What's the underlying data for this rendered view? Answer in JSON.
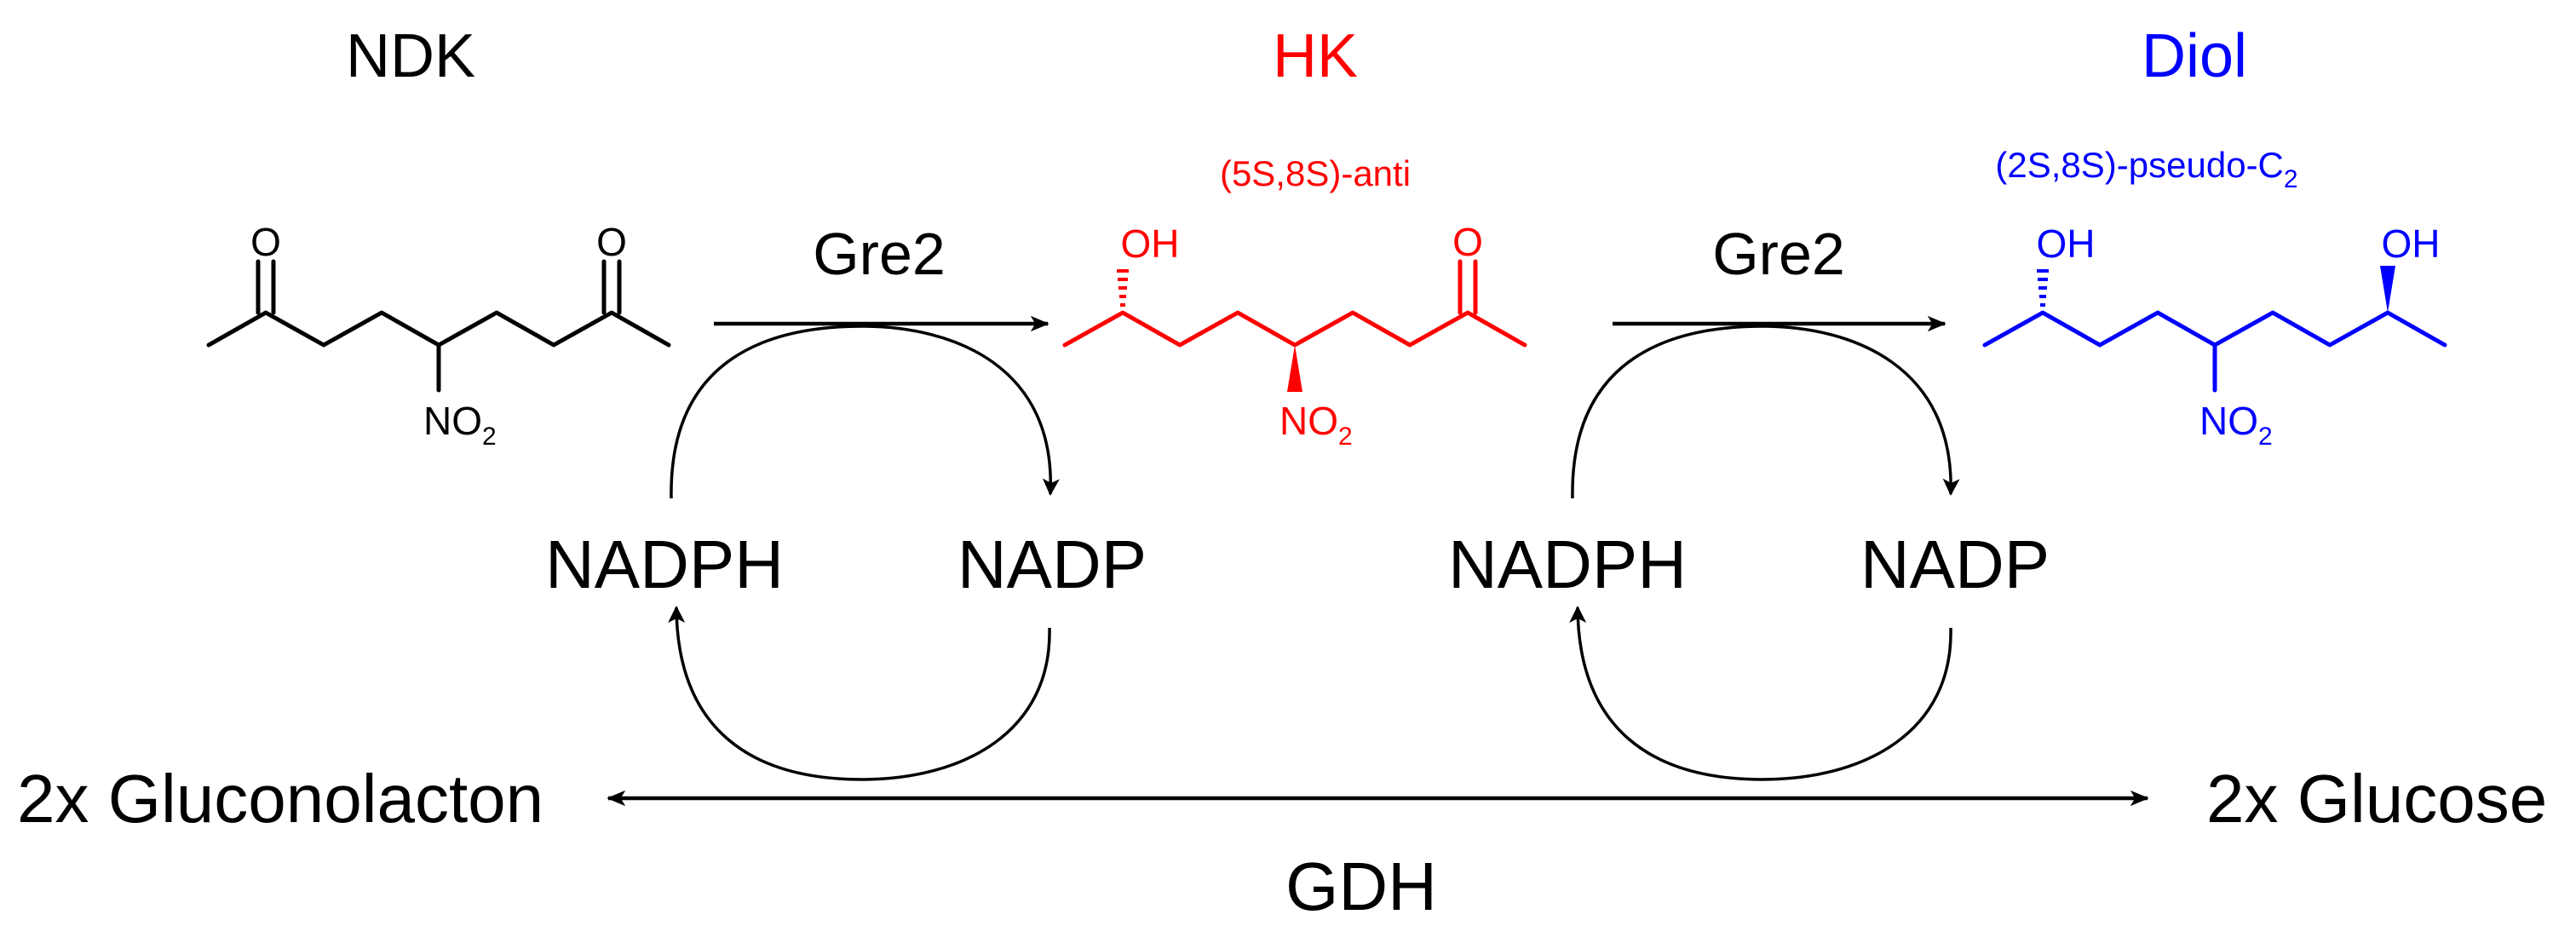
{
  "colors": {
    "black": "#000000",
    "red": "#ff0000",
    "blue": "#0000ff"
  },
  "compounds": {
    "ndk": {
      "title": "NDK",
      "color": "#000000",
      "atoms": {
        "o1": "O",
        "o2": "O",
        "nitro_main": "NO",
        "nitro_sub": "2"
      }
    },
    "hk": {
      "title": "HK",
      "stereo_label": "(5S,8S)-anti",
      "color": "#ff0000",
      "atoms": {
        "oh": "OH",
        "o": "O",
        "nitro_main": "NO",
        "nitro_sub": "2"
      }
    },
    "diol": {
      "title": "Diol",
      "stereo_label_main": "(2S,8S)-pseudo-C",
      "stereo_label_sub": "2",
      "color": "#0000ff",
      "atoms": {
        "oh1": "OH",
        "oh2": "OH",
        "nitro_main": "NO",
        "nitro_sub": "2"
      }
    }
  },
  "enzymes": {
    "step1": "Gre2",
    "step2": "Gre2",
    "regeneration": "GDH"
  },
  "cofactors": {
    "left_reduced": "NADPH",
    "left_oxidized": "NADP",
    "right_reduced": "NADPH",
    "right_oxidized": "NADP"
  },
  "cosubstrates": {
    "product": "2x Gluconolacton",
    "substrate": "2x Glucose"
  }
}
